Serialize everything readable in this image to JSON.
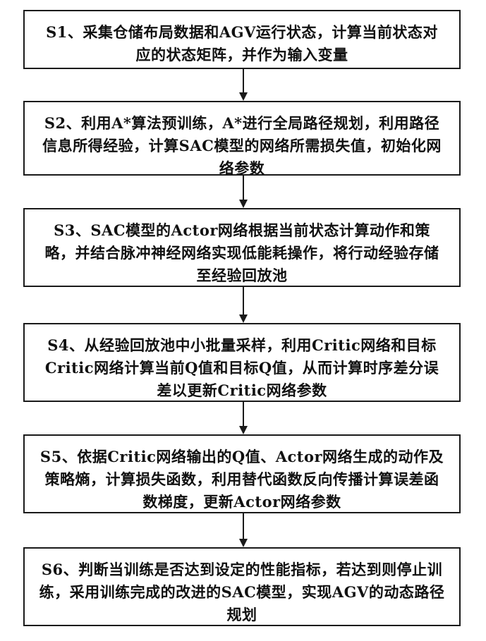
{
  "steps": [
    {
      "id": "S1",
      "text": "S1、采集仓储布局数据和AGV运行状态，计算当前状态对应的状态矩阵，并作为输入变量"
    },
    {
      "id": "S2",
      "text": "S2、利用A*算法预训练，A*进行全局路径规划，利用路径信息所得经验，计算SAC模型的网络所需损失值，初始化网络参数"
    },
    {
      "id": "S3",
      "text": "S3、SAC模型的Actor网络根据当前状态计算动作和策略，并结合脉冲神经网络实现低能耗操作，将行动经验存储至经验回放池"
    },
    {
      "id": "S4",
      "text": "S4、从经验回放池中小批量采样，利用Critic网络和目标Critic网络计算当前Q值和目标Q值，从而计算时序差分误差以更新Critic网络参数"
    },
    {
      "id": "S5",
      "text": "S5、依据Critic网络输出的Q值、Actor网络生成的动作及策略熵，计算损失函数，利用替代函数反向传播计算误差函数梯度，更新Actor网络参数"
    },
    {
      "id": "S6",
      "text": "S6、判断当训练是否达到设定的性能指标，若达到则停止训练，采用训练完成的改进的SAC模型，实现AGV的动态路径规划"
    }
  ]
}
